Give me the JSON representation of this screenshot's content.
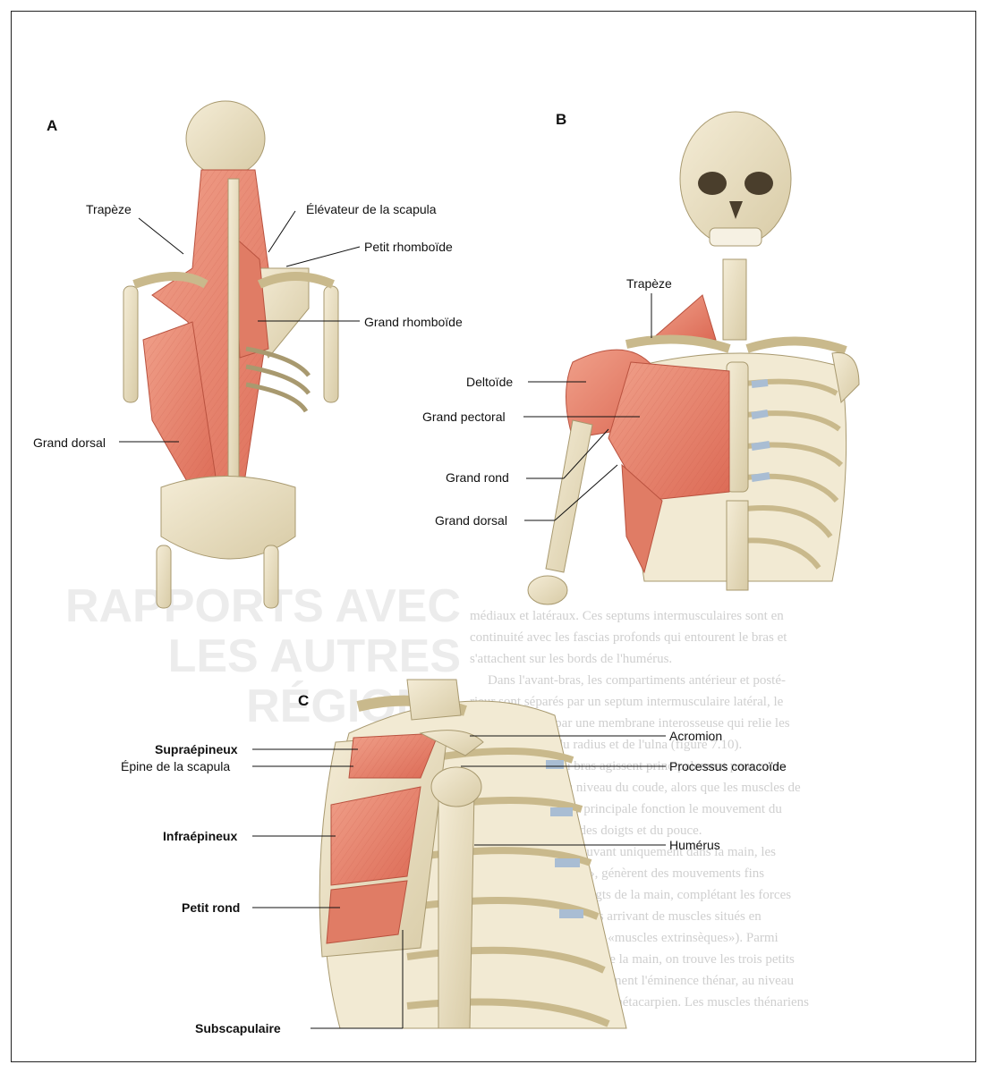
{
  "panels": {
    "a": {
      "letter": "A",
      "labels": {
        "trapeze": "Trapèze",
        "elevateur": "Élévateur de la scapula",
        "petit_rhomboide": "Petit rhomboïde",
        "grand_rhomboide": "Grand rhomboïde",
        "grand_dorsal": "Grand dorsal"
      }
    },
    "b": {
      "letter": "B",
      "labels": {
        "trapeze": "Trapèze",
        "deltoide": "Deltoïde",
        "grand_pectoral": "Grand pectoral",
        "grand_rond": "Grand rond",
        "grand_dorsal": "Grand dorsal"
      }
    },
    "c": {
      "letter": "C",
      "labels": {
        "supraepineux": "Supraépineux",
        "epine": "Épine de la scapula",
        "infraepineux": "Infraépineux",
        "petit_rond": "Petit rond",
        "subscapulaire": "Subscapulaire",
        "acromion": "Acromion",
        "coracoide": "Processus coracoïde",
        "humerus": "Humérus"
      }
    }
  },
  "background_text": {
    "title_line1": "RAPPORTS AVEC",
    "title_line2": "LES AUTRES RÉGIONS",
    "paragraph": [
      "médiaux et latéraux. Ces septums intermusculaires sont en",
      "continuité avec les fascias profonds qui entourent le bras et",
      "s'attachent sur les bords de l'humérus.",
      "Dans l'avant-bras, les compartiments antérieur et posté-",
      "rieur sont séparés par un septum intermusculaire latéral, le",
      "radius, l'ulna et par une membrane interosseuse qui relie les",
      "bords adjacents du radius et de l'ulna (figure 7.10).",
      "Les muscles du bras agissent principalement pour mou-",
      "voir l'avant-bras au niveau du coude, alors que les muscles de",
      "l'avant-bras ont pour principale fonction le mouvement du",
      "poignet, de la main, des doigts et du pouce.",
      "Les muscles se trouvant uniquement dans la main, les",
      "«muscles intrinsèques», génèrent des mouvements fins",
      "et indépendants des doigts de la main, complétant les forces",
      "produites par les tendons arrivant de muscles situés en",
      "partie de l'avant-bras (les «muscles extrinsèques»). Parmi",
      "les muscles intrinsèques de la main, on trouve les trois petits",
      "muscles thénariens qui forment l'éminence thénar, au niveau",
      "de la face palmaire du 1er métacarpien. Les muscles thénariens"
    ]
  }
}
